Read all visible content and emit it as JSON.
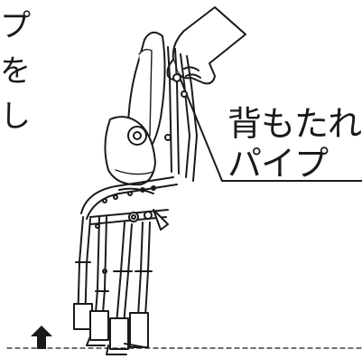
{
  "left_text_fragments": [
    "プ",
    "を",
    "し"
  ],
  "callout_lines": [
    "背もたれ",
    "パイプ"
  ],
  "colors": {
    "ink": "#1a1a1a",
    "background": "#ffffff"
  },
  "icons": {
    "lift_arrow": "up-arrow-icon"
  }
}
